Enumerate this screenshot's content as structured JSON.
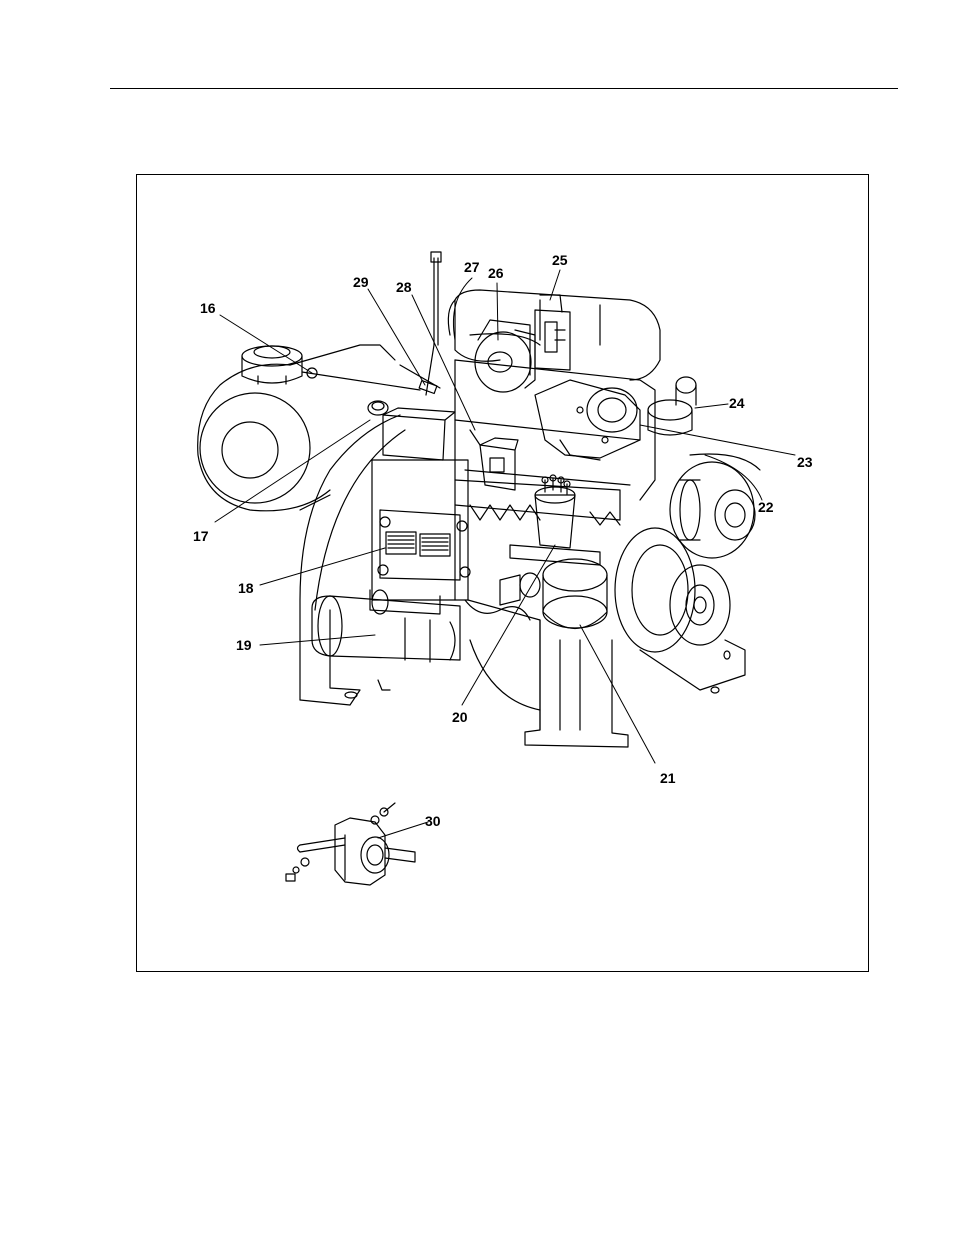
{
  "diagram": {
    "callouts": [
      {
        "id": "16",
        "label": "16"
      },
      {
        "id": "17",
        "label": "17"
      },
      {
        "id": "18",
        "label": "18"
      },
      {
        "id": "19",
        "label": "19"
      },
      {
        "id": "20",
        "label": "20"
      },
      {
        "id": "21",
        "label": "21"
      },
      {
        "id": "22",
        "label": "22"
      },
      {
        "id": "23",
        "label": "23"
      },
      {
        "id": "24",
        "label": "24"
      },
      {
        "id": "25",
        "label": "25"
      },
      {
        "id": "26",
        "label": "26"
      },
      {
        "id": "27",
        "label": "27"
      },
      {
        "id": "28",
        "label": "28"
      },
      {
        "id": "29",
        "label": "29"
      },
      {
        "id": "30",
        "label": "30"
      }
    ],
    "colors": {
      "line": "#000000",
      "background": "#ffffff",
      "fill_light": "#ffffff"
    }
  }
}
